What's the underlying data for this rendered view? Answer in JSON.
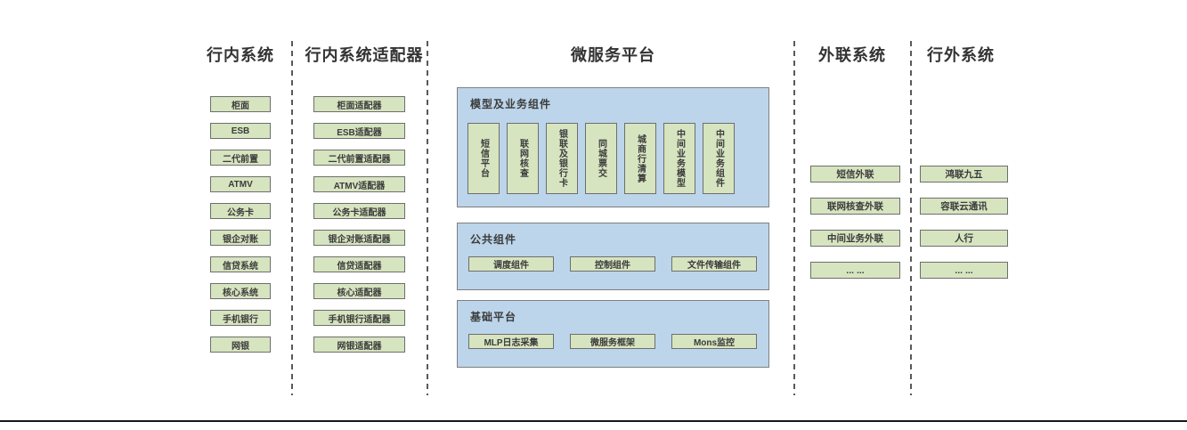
{
  "colors": {
    "green_fill": "#d7e4c0",
    "green_border": "#6e6e6e",
    "blue_fill": "#bcd5ea",
    "blue_border": "#7f7f7f",
    "text": "#3b3b3b",
    "separator": "#595959",
    "bottom_rule": "#161616"
  },
  "columns": {
    "internal": {
      "title": "行内系统",
      "items": [
        "柜面",
        "ESB",
        "二代前置",
        "ATMV",
        "公务卡",
        "银企对账",
        "信贷系统",
        "核心系统",
        "手机银行",
        "网银"
      ]
    },
    "adapters": {
      "title": "行内系统适配器",
      "items": [
        "柜面适配器",
        "ESB适配器",
        "二代前置适配器",
        "ATMV适配器",
        "公务卡适配器",
        "银企对账适配器",
        "信贷适配器",
        "核心适配器",
        "手机银行适配器",
        "网银适配器"
      ]
    },
    "platform": {
      "title": "微服务平台",
      "groups": [
        {
          "title": "模型及业务组件",
          "items": [
            "短信平台",
            "联网核查",
            "银联及银行卡",
            "同城票交",
            "城商行清算",
            "中间业务模型",
            "中间业务组件"
          ]
        },
        {
          "title": "公共组件",
          "items": [
            "调度组件",
            "控制组件",
            "文件传输组件"
          ]
        },
        {
          "title": "基础平台",
          "items": [
            "MLP日志采集",
            "微服务框架",
            "Mons监控"
          ]
        }
      ]
    },
    "external_link": {
      "title": "外联系统",
      "items": [
        "短信外联",
        "联网核查外联",
        "中间业务外联",
        "... ..."
      ]
    },
    "external": {
      "title": "行外系统",
      "items": [
        "鸿联九五",
        "容联云通讯",
        "人行",
        "... ..."
      ]
    }
  }
}
